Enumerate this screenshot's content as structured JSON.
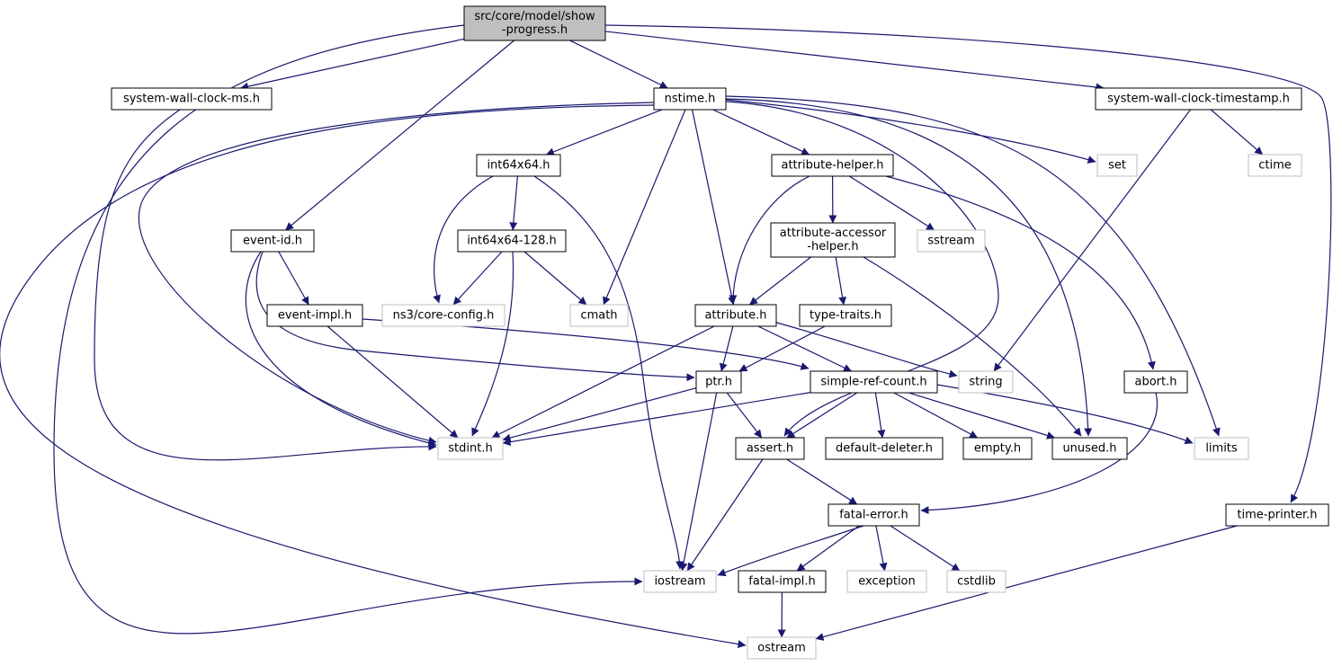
{
  "graph": {
    "colors": {
      "edge": "#191970",
      "border_local": "#000000",
      "border_system": "#bfbfbf",
      "root_fill": "#bfbfbf",
      "node_fill": "#ffffff",
      "text": "#000000"
    },
    "nodes": [
      {
        "id": "root",
        "lines": [
          "src/core/model/show",
          "-progress.h"
        ],
        "kind": "root"
      },
      {
        "id": "swcms",
        "lines": [
          "system-wall-clock-ms.h"
        ],
        "kind": "local"
      },
      {
        "id": "nstime",
        "lines": [
          "nstime.h"
        ],
        "kind": "local"
      },
      {
        "id": "swcts",
        "lines": [
          "system-wall-clock-timestamp.h"
        ],
        "kind": "local"
      },
      {
        "id": "int64x64",
        "lines": [
          "int64x64.h"
        ],
        "kind": "local"
      },
      {
        "id": "attrhelper",
        "lines": [
          "attribute-helper.h"
        ],
        "kind": "local"
      },
      {
        "id": "set",
        "lines": [
          "set"
        ],
        "kind": "system"
      },
      {
        "id": "ctime",
        "lines": [
          "ctime"
        ],
        "kind": "system"
      },
      {
        "id": "eventid",
        "lines": [
          "event-id.h"
        ],
        "kind": "local"
      },
      {
        "id": "int128",
        "lines": [
          "int64x64-128.h"
        ],
        "kind": "local"
      },
      {
        "id": "accessor",
        "lines": [
          "attribute-accessor",
          "-helper.h"
        ],
        "kind": "local"
      },
      {
        "id": "sstream",
        "lines": [
          "sstream"
        ],
        "kind": "system"
      },
      {
        "id": "eventimpl",
        "lines": [
          "event-impl.h"
        ],
        "kind": "local"
      },
      {
        "id": "coreconfig",
        "lines": [
          "ns3/core-config.h"
        ],
        "kind": "system"
      },
      {
        "id": "cmath",
        "lines": [
          "cmath"
        ],
        "kind": "system"
      },
      {
        "id": "attribute",
        "lines": [
          "attribute.h"
        ],
        "kind": "local"
      },
      {
        "id": "typetraits",
        "lines": [
          "type-traits.h"
        ],
        "kind": "local"
      },
      {
        "id": "ptr",
        "lines": [
          "ptr.h"
        ],
        "kind": "local"
      },
      {
        "id": "srefcount",
        "lines": [
          "simple-ref-count.h"
        ],
        "kind": "local"
      },
      {
        "id": "string",
        "lines": [
          "string"
        ],
        "kind": "system"
      },
      {
        "id": "abort",
        "lines": [
          "abort.h"
        ],
        "kind": "local"
      },
      {
        "id": "stdint",
        "lines": [
          "stdint.h"
        ],
        "kind": "system"
      },
      {
        "id": "assert",
        "lines": [
          "assert.h"
        ],
        "kind": "local"
      },
      {
        "id": "defdel",
        "lines": [
          "default-deleter.h"
        ],
        "kind": "local"
      },
      {
        "id": "empty",
        "lines": [
          "empty.h"
        ],
        "kind": "local"
      },
      {
        "id": "unused",
        "lines": [
          "unused.h"
        ],
        "kind": "local"
      },
      {
        "id": "limits",
        "lines": [
          "limits"
        ],
        "kind": "system"
      },
      {
        "id": "fatalerror",
        "lines": [
          "fatal-error.h"
        ],
        "kind": "local"
      },
      {
        "id": "timeprinter",
        "lines": [
          "time-printer.h"
        ],
        "kind": "local"
      },
      {
        "id": "iostream",
        "lines": [
          "iostream"
        ],
        "kind": "system"
      },
      {
        "id": "fatalimpl",
        "lines": [
          "fatal-impl.h"
        ],
        "kind": "local"
      },
      {
        "id": "exception",
        "lines": [
          "exception"
        ],
        "kind": "system"
      },
      {
        "id": "cstdlib",
        "lines": [
          "cstdlib"
        ],
        "kind": "system"
      },
      {
        "id": "ostream",
        "lines": [
          "ostream"
        ],
        "kind": "system"
      }
    ],
    "edges": [
      [
        "root",
        "swcms"
      ],
      [
        "root",
        "nstime"
      ],
      [
        "root",
        "swcts"
      ],
      [
        "root",
        "eventid"
      ],
      [
        "root",
        "iostream"
      ],
      [
        "root",
        "timeprinter"
      ],
      [
        "swcms",
        "stdint"
      ],
      [
        "nstime",
        "int64x64"
      ],
      [
        "nstime",
        "attrhelper"
      ],
      [
        "nstime",
        "set"
      ],
      [
        "nstime",
        "cmath"
      ],
      [
        "nstime",
        "attribute"
      ],
      [
        "nstime",
        "stdint"
      ],
      [
        "nstime",
        "ostream"
      ],
      [
        "nstime",
        "assert"
      ],
      [
        "nstime",
        "unused"
      ],
      [
        "nstime",
        "limits"
      ],
      [
        "swcts",
        "string"
      ],
      [
        "swcts",
        "ctime"
      ],
      [
        "int64x64",
        "int128"
      ],
      [
        "int64x64",
        "coreconfig"
      ],
      [
        "int64x64",
        "iostream"
      ],
      [
        "int128",
        "coreconfig"
      ],
      [
        "int128",
        "cmath"
      ],
      [
        "int128",
        "stdint"
      ],
      [
        "attrhelper",
        "accessor"
      ],
      [
        "attrhelper",
        "sstream"
      ],
      [
        "attrhelper",
        "attribute"
      ],
      [
        "attrhelper",
        "abort"
      ],
      [
        "eventid",
        "eventimpl"
      ],
      [
        "eventid",
        "ptr"
      ],
      [
        "eventid",
        "stdint"
      ],
      [
        "eventimpl",
        "srefcount"
      ],
      [
        "eventimpl",
        "stdint"
      ],
      [
        "accessor",
        "attribute"
      ],
      [
        "accessor",
        "typetraits"
      ],
      [
        "accessor",
        "unused"
      ],
      [
        "attribute",
        "ptr"
      ],
      [
        "attribute",
        "srefcount"
      ],
      [
        "attribute",
        "string"
      ],
      [
        "attribute",
        "stdint"
      ],
      [
        "typetraits",
        "ptr"
      ],
      [
        "ptr",
        "stdint"
      ],
      [
        "ptr",
        "assert"
      ],
      [
        "ptr",
        "iostream"
      ],
      [
        "srefcount",
        "stdint"
      ],
      [
        "srefcount",
        "assert"
      ],
      [
        "srefcount",
        "defdel"
      ],
      [
        "srefcount",
        "empty"
      ],
      [
        "srefcount",
        "unused"
      ],
      [
        "srefcount",
        "limits"
      ],
      [
        "abort",
        "fatalerror"
      ],
      [
        "assert",
        "fatalerror"
      ],
      [
        "assert",
        "iostream"
      ],
      [
        "fatalerror",
        "iostream"
      ],
      [
        "fatalerror",
        "fatalimpl"
      ],
      [
        "fatalerror",
        "exception"
      ],
      [
        "fatalerror",
        "cstdlib"
      ],
      [
        "fatalimpl",
        "ostream"
      ],
      [
        "timeprinter",
        "ostream"
      ]
    ]
  }
}
